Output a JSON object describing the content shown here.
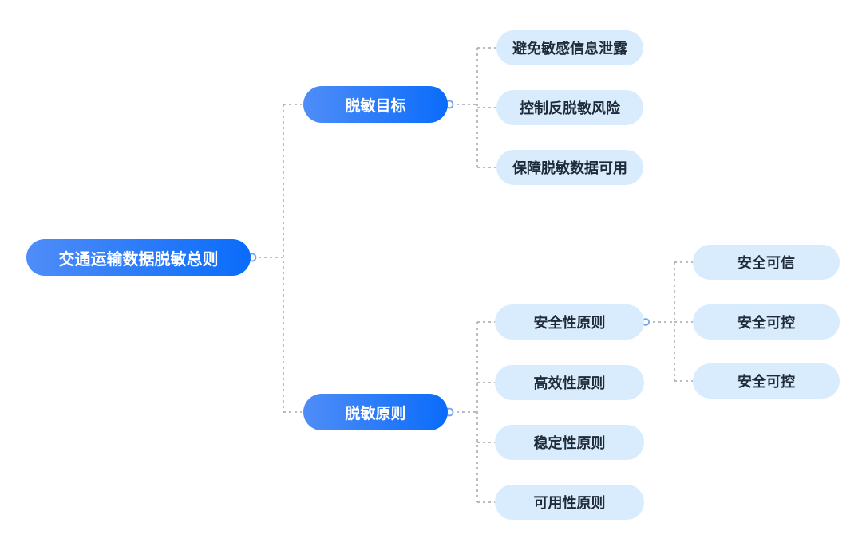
{
  "diagram": {
    "root": {
      "label": "交通运输数据脱敏总则"
    },
    "branches": [
      {
        "label": "脱敏目标",
        "children": [
          {
            "label": "避免敏感信息泄露"
          },
          {
            "label": "控制反脱敏风险"
          },
          {
            "label": "保障脱敏数据可用"
          }
        ]
      },
      {
        "label": "脱敏原则",
        "children": [
          {
            "label": "安全性原则",
            "children": [
              {
                "label": "安全可信"
              },
              {
                "label": "安全可控"
              },
              {
                "label": "安全可控"
              }
            ]
          },
          {
            "label": "高效性原则"
          },
          {
            "label": "稳定性原则"
          },
          {
            "label": "可用性原则"
          }
        ]
      }
    ],
    "colors": {
      "primary_gradient_start": "#4f8df8",
      "primary_gradient_end": "#0a6cfa",
      "primary_text": "#ffffff",
      "leaf_background": "#d9ecfd",
      "leaf_text": "#1f2b38",
      "connector_line": "#a2a7ad",
      "connector_dot_fill": "#ffffff",
      "connector_dot_border": "#6ea5f2"
    }
  }
}
